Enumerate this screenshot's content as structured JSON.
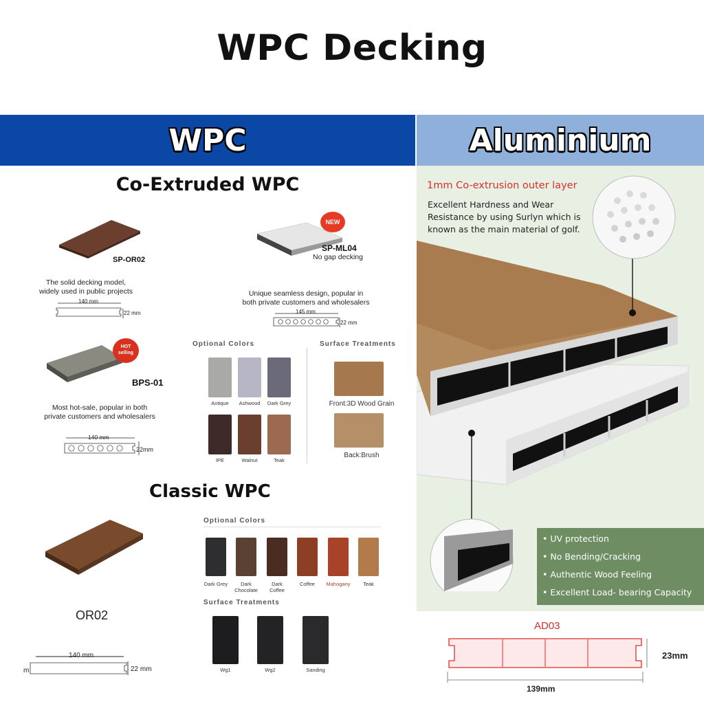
{
  "page_title": "WPC Decking",
  "headers": {
    "wpc": "WPC",
    "aluminium": "Aluminium"
  },
  "co_extruded": {
    "title": "Co-Extruded WPC",
    "sp_or02": {
      "label": "SP-OR02",
      "desc_line1": "The solid decking model,",
      "desc_line2": "widely used in public projects",
      "width": "140 mm",
      "height": "22 mm"
    },
    "sp_ml04": {
      "label": "SP-ML04",
      "sublabel": "No gap decking",
      "badge": "NEW",
      "desc_line1": "Unique seamless design, popular in",
      "desc_line2": "both private customers and wholesalers",
      "width": "145 mm",
      "height": "22 mm"
    },
    "bps01": {
      "label": "BPS-01",
      "badge_line1": "HOT",
      "badge_line2": "selling",
      "desc_line1": "Most hot-sale, popular in both",
      "desc_line2": "private customers and wholesalers",
      "width": "140 mm",
      "height": "22mm"
    },
    "optional_colors_title": "Optional Colors",
    "colors": [
      {
        "name": "Antique",
        "color": "#a9a9a7"
      },
      {
        "name": "Ashwood",
        "color": "#b7b6c5"
      },
      {
        "name": "Dark Grey",
        "color": "#6b6a78"
      },
      {
        "name": "IPE",
        "color": "#3e2a28"
      },
      {
        "name": "Walnut",
        "color": "#6a3f30"
      },
      {
        "name": "Teak",
        "color": "#9b6a50"
      }
    ],
    "surface_title": "Surface Treatments",
    "surfaces": [
      {
        "name": "Front:3D Wood Grain",
        "color": "#a5784d"
      },
      {
        "name": "Back:Brush",
        "color": "#b48f68"
      }
    ]
  },
  "classic": {
    "title": "Classic WPC",
    "model": "OR02",
    "width": "140 mm",
    "height": "22 mm",
    "edge_label": "m",
    "optional_colors_title": "Optional Colors",
    "colors": [
      {
        "name_line1": "Dark Grey",
        "name_line2": "",
        "color": "#2e2e31"
      },
      {
        "name_line1": "Dark",
        "name_line2": "Chocolate",
        "color": "#5a4132"
      },
      {
        "name_line1": "Dark",
        "name_line2": "Coffee",
        "color": "#4a2c22"
      },
      {
        "name_line1": "Coffee",
        "name_line2": "",
        "color": "#8c3f24"
      },
      {
        "name_line1": "Mahogany",
        "name_line2": "",
        "color": "#a8432a"
      },
      {
        "name_line1": "Teak",
        "name_line2": "",
        "color": "#b37a4c"
      }
    ],
    "surface_title": "Surface Treatments",
    "surfaces": [
      {
        "name": "Wg1",
        "color": "#1d1d1f"
      },
      {
        "name": "Wg2",
        "color": "#232325"
      },
      {
        "name": "Sanding",
        "color": "#2a2a2c"
      }
    ]
  },
  "aluminium": {
    "layer_title": "1mm Co-extrusion outer layer",
    "layer_desc_line1": "Excellent Hardness and Wear",
    "layer_desc_line2": "Resistance by using Surlyn which is",
    "layer_desc_line3": "known as the main material of golf.",
    "features": [
      "• UV protection",
      "• No Bending/Cracking",
      "• Authentic Wood Feeling",
      "• Excellent Load- bearing Capacity"
    ],
    "profile_label": "AD03",
    "profile_height": "23mm",
    "profile_width": "139mm",
    "accent_red": "#d7302a"
  }
}
